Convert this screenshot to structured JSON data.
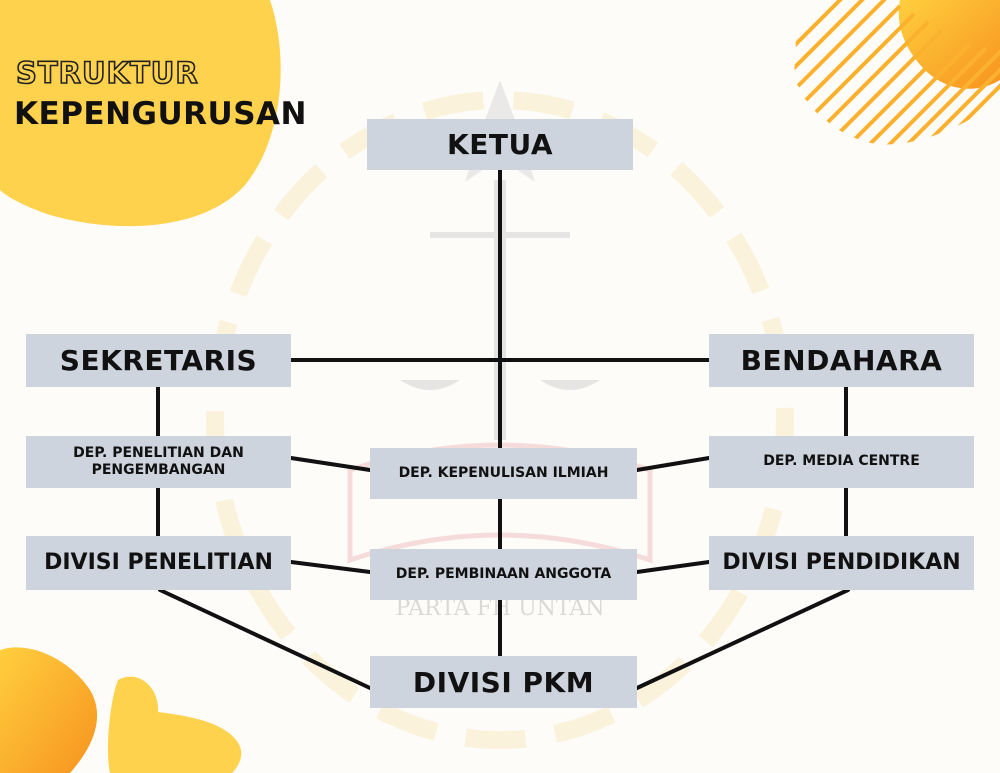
{
  "title": {
    "line1": "STRUKTUR",
    "line2": "KEPENGURUSAN"
  },
  "nodes": {
    "ketua": "KETUA",
    "sekretaris": "SEKRETARIS",
    "bendahara": "BENDAHARA",
    "dep_penelitian": "DEP. PENELITIAN DAN PENGEMBANGAN",
    "dep_kepenulisan": "DEP. KEPENULISAN ILMIAH",
    "dep_media": "DEP. MEDIA CENTRE",
    "divisi_penelitian": "DIVISI PENELITIAN",
    "dep_pembinaan": "DEP. PEMBINAAN ANGGOTA",
    "divisi_pendidikan": "DIVISI PENDIDIKAN",
    "divisi_pkm": "DIVISI PKM"
  },
  "watermark": {
    "text": "PARTA FH UNTAN"
  },
  "colors": {
    "box": "#ced4dd",
    "accent_yellow": "#ffd24d",
    "accent_orange": "#f7931e",
    "line": "#111111"
  }
}
